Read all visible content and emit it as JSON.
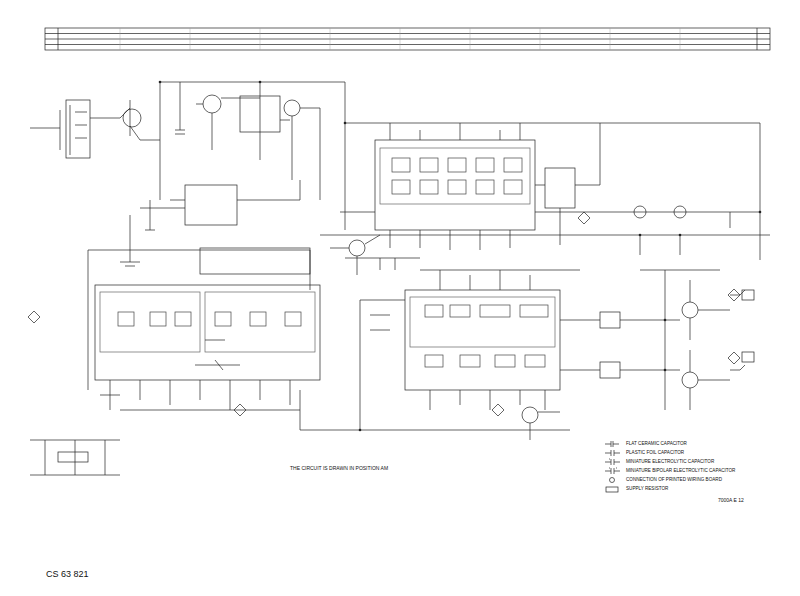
{
  "diagram": {
    "labels": [
      "CS 63 821",
      "7000A E 12",
      "THE CIRCUIT IS DRAWN IN POSITION AM"
    ],
    "legend": [
      {
        "text": "FLAT CERAMIC CAPACITOR"
      },
      {
        "text": "PLASTIC FOIL CAPACITOR"
      },
      {
        "text": "MINIATURE ELECTROLYTIC CAPACITOR"
      },
      {
        "text": "MINIATURE BIPOLAR ELECTROLYTIC CAPACITOR"
      },
      {
        "text": "CONNECTION OF PRINTED WIRING BOARD"
      },
      {
        "text": "SUPPLY RESISTOR"
      }
    ]
  }
}
